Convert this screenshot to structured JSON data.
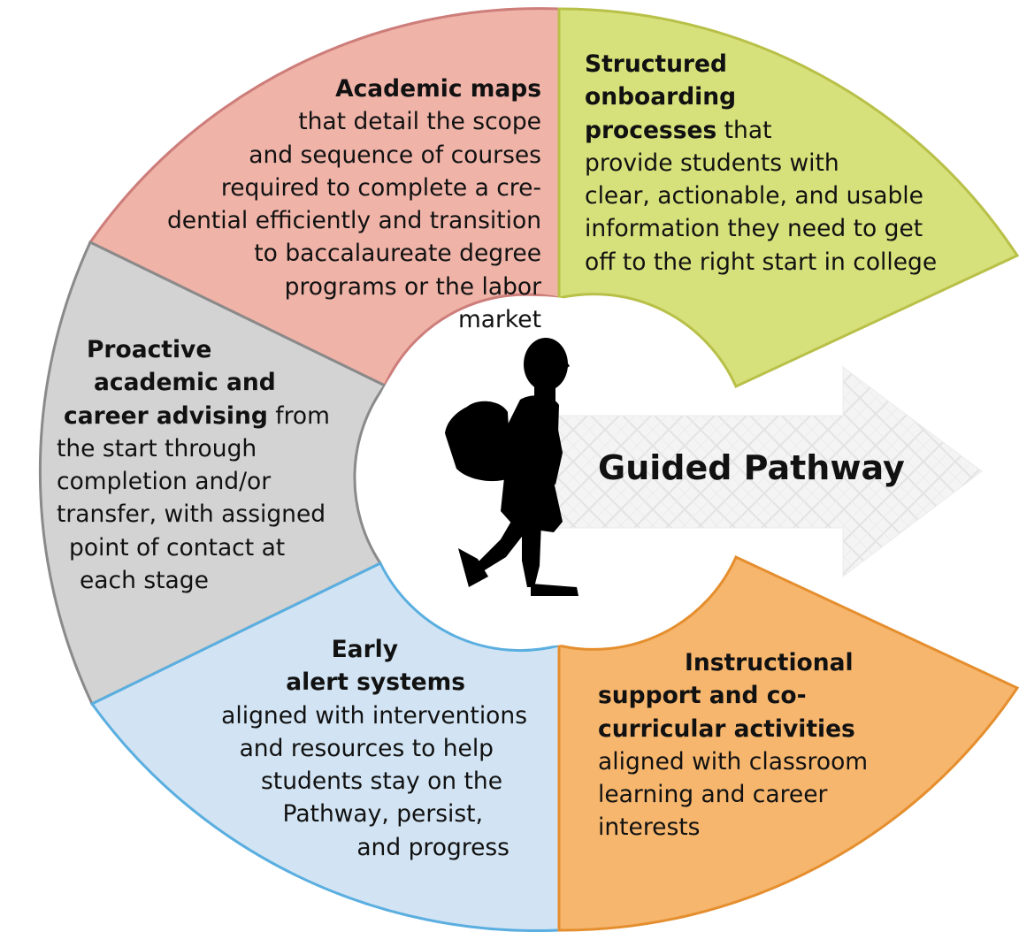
{
  "diagram": {
    "center_label": "Guided Pathway",
    "segments": [
      {
        "id": "academic-maps",
        "color": "#efb3a8",
        "border": "#cd7d7a",
        "lines": [
          {
            "b": "Academic maps",
            "t": ""
          },
          {
            "b": "",
            "t": "that detail the scope"
          },
          {
            "b": "",
            "t": "and sequence of courses"
          },
          {
            "b": "",
            "t": "required to complete a cre-"
          },
          {
            "b": "",
            "t": "dential efficiently and transition"
          },
          {
            "b": "",
            "t": "to baccalaureate degree"
          },
          {
            "b": "",
            "t": "programs or the labor"
          },
          {
            "b": "",
            "t": "market"
          }
        ]
      },
      {
        "id": "structured-onboarding",
        "color": "#d7e17b",
        "border": "#b8c048",
        "lines": [
          {
            "b": "Structured",
            "t": ""
          },
          {
            "b": "onboarding",
            "t": ""
          },
          {
            "b": "processes",
            "t": " that"
          },
          {
            "b": "",
            "t": "provide students with"
          },
          {
            "b": "",
            "t": "clear, actionable, and usable"
          },
          {
            "b": "",
            "t": "information they need to get"
          },
          {
            "b": "",
            "t": "off to the right start in college"
          }
        ]
      },
      {
        "id": "proactive-advising",
        "color": "#d3d3d3",
        "border": "#8a8a8a",
        "lines": [
          {
            "b": "Proactive",
            "t": ""
          },
          {
            "b": "academic and",
            "t": ""
          },
          {
            "b": "career advising",
            "t": " from"
          },
          {
            "b": "",
            "t": "the start through"
          },
          {
            "b": "",
            "t": "completion and/or"
          },
          {
            "b": "",
            "t": "transfer, with assigned"
          },
          {
            "b": "",
            "t": "point of contact at"
          },
          {
            "b": "",
            "t": "each stage"
          }
        ]
      },
      {
        "id": "early-alert",
        "color": "#d2e4f3",
        "border": "#5aaee0",
        "lines": [
          {
            "b": "Early",
            "t": ""
          },
          {
            "b": "alert systems",
            "t": ""
          },
          {
            "b": "",
            "t": "aligned with interventions"
          },
          {
            "b": "",
            "t": "and resources to help"
          },
          {
            "b": "",
            "t": "students stay on the"
          },
          {
            "b": "",
            "t": "Pathway, persist,"
          },
          {
            "b": "",
            "t": "and progress"
          }
        ]
      },
      {
        "id": "instructional-support",
        "color": "#f6b66e",
        "border": "#e58e2e",
        "lines": [
          {
            "b": "Instructional",
            "t": ""
          },
          {
            "b": "support and co-",
            "t": ""
          },
          {
            "b": "curricular activities",
            "t": ""
          },
          {
            "b": "",
            "t": "aligned with classroom"
          },
          {
            "b": "",
            "t": "learning and career"
          },
          {
            "b": "",
            "t": "interests"
          }
        ]
      }
    ]
  }
}
